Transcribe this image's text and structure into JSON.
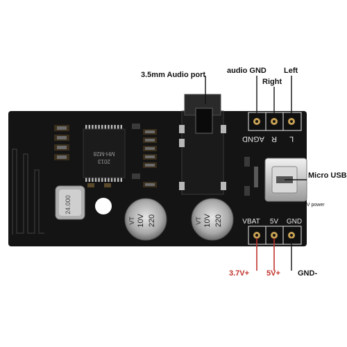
{
  "labels": {
    "audio_port": "3.5mm Audio port",
    "audio_gnd": "audio GND",
    "right": "Right",
    "left": "Left",
    "micro_usb": "Micro USB",
    "five_v_power": "5V power",
    "v37": "3.7V+",
    "v5": "5V+",
    "gnd_minus": "GND-"
  },
  "silkscreen": {
    "agnd": "AGND",
    "r": "R",
    "l": "L",
    "vbat": "VBAT",
    "five_v": "5V",
    "gnd": "GND",
    "chip_line1": "MH-M28",
    "chip_line2": "2013",
    "crystal": "24.000",
    "cap_voltage": "10V",
    "cap_value": "220",
    "cap_type": "VT"
  },
  "colors": {
    "pcb": "#141414",
    "silk": "#e8e8e8",
    "pad": "#c9a255",
    "red_wire": "#c0312b",
    "label": "#111111"
  }
}
